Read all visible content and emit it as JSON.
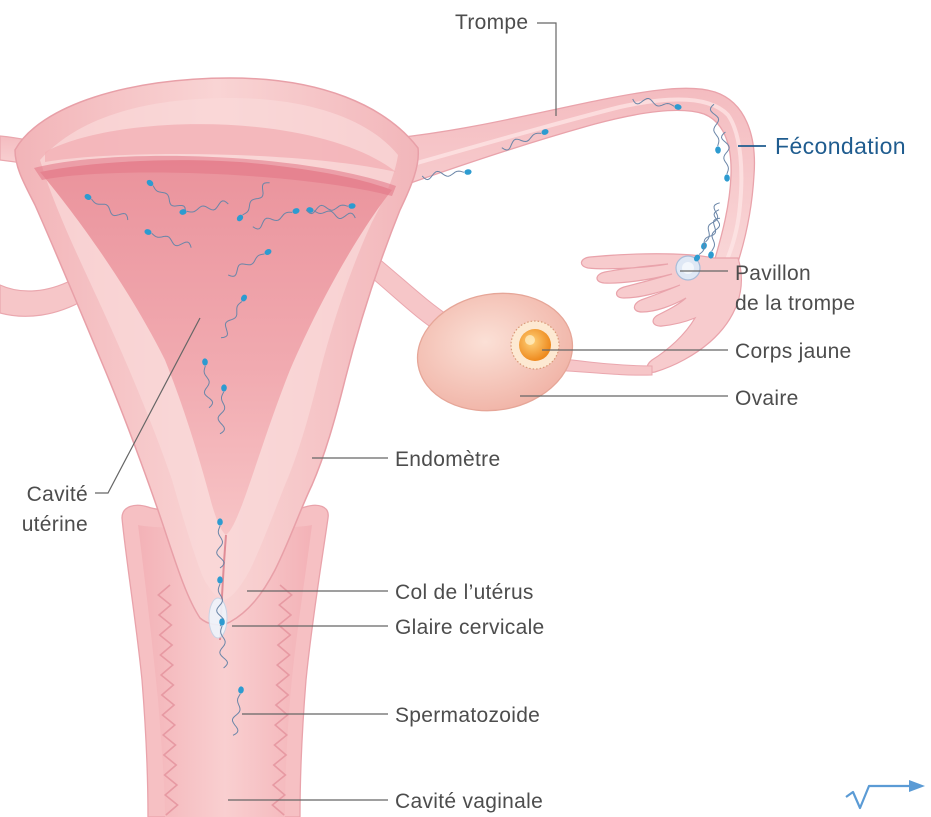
{
  "diagram": {
    "labels": {
      "trompe": "Trompe",
      "fecondation": "Fécondation",
      "pavillon_line1": "Pavillon",
      "pavillon_line2": "de la trompe",
      "corps_jaune": "Corps jaune",
      "ovaire": "Ovaire",
      "endometre": "Endomètre",
      "cavite_uterine_line1": "Cavité",
      "cavite_uterine_line2": "utérine",
      "col": "Col de l’utérus",
      "glaire": "Glaire cervicale",
      "spermatozoide": "Spermatozoide",
      "cavite_vaginale": "Cavité vaginale"
    }
  },
  "colors": {
    "label_text": "#4d4d4d",
    "highlight_text": "#1f5c8f",
    "leader_line": "#666666",
    "icon": "#5b9bd5",
    "tissue": "#f6c4c6",
    "cavity": "#ee9fa6",
    "corpus_luteum": "#f29a2a",
    "sperm_head": "#2d9bd0"
  },
  "icons": {
    "corner_icon": "checkmark-arrow-icon"
  }
}
